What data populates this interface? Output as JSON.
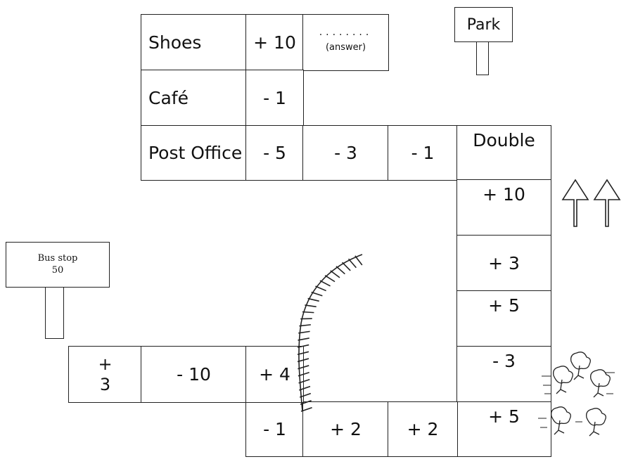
{
  "shops": {
    "shoes": {
      "label": "Shoes",
      "price": "+ 10",
      "answer_dots": "........",
      "answer_hint": "(answer)"
    },
    "cafe": {
      "label": "Café",
      "price": "- 1"
    },
    "post_office": {
      "label": "Post Office",
      "price": "- 5"
    }
  },
  "path": {
    "row1": [
      "- 3",
      "- 1",
      "Double"
    ],
    "right_column": [
      "+ 10",
      "+ 3",
      "+ 5",
      "- 3",
      "+ 5"
    ],
    "bottom_row": [
      "- 1",
      "+ 2",
      "+ 2"
    ],
    "left_row": {
      "first_top": "+",
      "first_bottom": "3",
      "second": "- 10",
      "third": "+ 4"
    }
  },
  "signs": {
    "park": "Park",
    "bus_stop_line1": "Bus stop",
    "bus_stop_line2": "50"
  },
  "icons": [
    "up-arrow-icon",
    "up-arrow-icon",
    "railway-track-icon",
    "tree-icon"
  ]
}
